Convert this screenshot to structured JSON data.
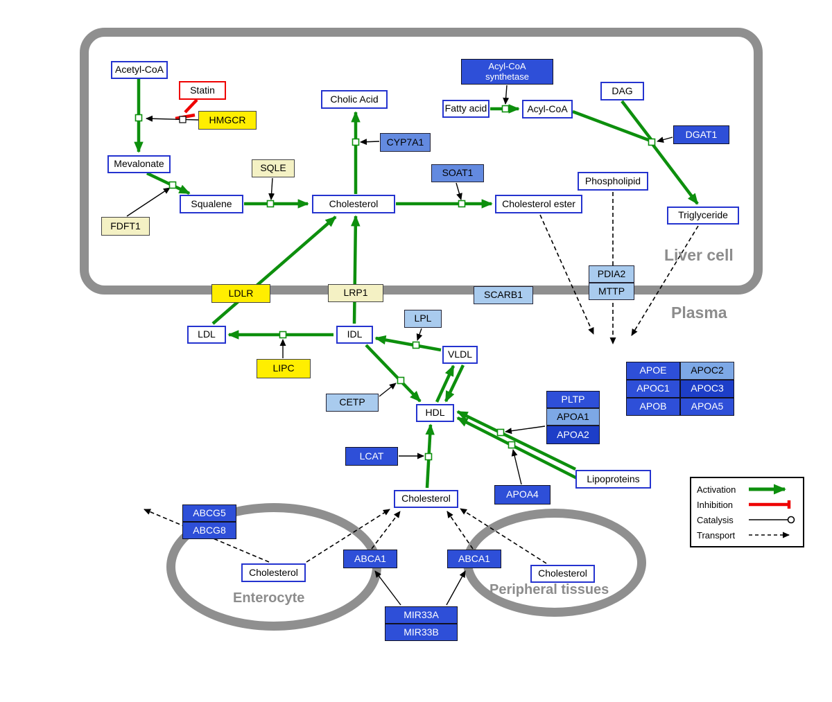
{
  "regions": {
    "liver": "Liver cell",
    "plasma": "Plasma",
    "enterocyte": "Enterocyte",
    "peripheral": "Peripheral tissues"
  },
  "nodes": {
    "acetyl_coa": "Acetyl-CoA",
    "statin": "Statin",
    "hmgcr": "HMGCR",
    "mevalonate": "Mevalonate",
    "sqle": "SQLE",
    "fdft1": "FDFT1",
    "squalene": "Squalene",
    "cholic_acid": "Cholic Acid",
    "cyp7a1": "CYP7A1",
    "acyl_coa_synthetase": "Acyl-CoA synthetase",
    "fatty_acid": "Fatty acid",
    "acyl_coa": "Acyl-CoA",
    "dag": "DAG",
    "dgat1": "DGAT1",
    "soat1": "SOAT1",
    "cholesterol_liver": "Cholesterol",
    "cholesterol_ester": "Cholesterol ester",
    "phospholipid": "Phospholipid",
    "triglyceride": "Triglyceride",
    "pdia2": "PDIA2",
    "mttp": "MTTP",
    "ldlr": "LDLR",
    "lrp1": "LRP1",
    "scarb1": "SCARB1",
    "ldl": "LDL",
    "idl": "IDL",
    "lpl": "LPL",
    "vldl": "VLDL",
    "lipc": "LIPC",
    "cetp": "CETP",
    "hdl": "HDL",
    "pltp": "PLTP",
    "apoa1": "APOA1",
    "apoa2": "APOA2",
    "lcat": "LCAT",
    "apoa4": "APOA4",
    "lipoproteins": "Lipoproteins",
    "apoe": "APOE",
    "apoc2": "APOC2",
    "apoc1": "APOC1",
    "apoc3": "APOC3",
    "apob": "APOB",
    "apoa5": "APOA5",
    "cholesterol_plasma": "Cholesterol",
    "abcg5": "ABCG5",
    "abcg8": "ABCG8",
    "cholesterol_enterocyte": "Cholesterol",
    "abca1_left": "ABCA1",
    "abca1_right": "ABCA1",
    "cholesterol_peripheral": "Cholesterol",
    "mir33a": "MIR33A",
    "mir33b": "MIR33B"
  },
  "legend": {
    "activation": "Activation",
    "inhibition": "Inhibition",
    "catalysis": "Catalysis",
    "transport": "Transport"
  },
  "colors": {
    "activation_green": "#0d8f0d",
    "inhibition_red": "#ee0000",
    "membrane_gray": "#8f8f8f",
    "metabolite_border_blue": "#2433cf",
    "gene_yellow": "#ffee00",
    "gene_pale_yellow": "#f4f1c4",
    "gene_light_blue": "#a9cbee",
    "gene_blue": "#2e4fd8",
    "gene_dark_blue": "#1d3ec8"
  }
}
